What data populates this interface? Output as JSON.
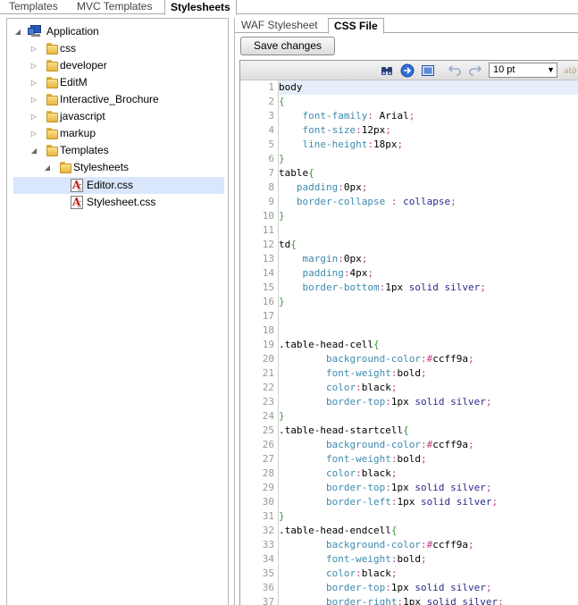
{
  "top_tabs": [
    "Templates",
    "MVC Templates",
    "Stylesheets"
  ],
  "tree": {
    "root": "Application",
    "folders": [
      "css",
      "developer",
      "EditM",
      "Interactive_Brochure",
      "javascript",
      "markup",
      "Templates"
    ],
    "subfolder": "Stylesheets",
    "files": [
      "Editor.css",
      "Stylesheet.css"
    ],
    "selected": "Editor.css"
  },
  "sub_tabs": [
    "WAF Stylesheet",
    "CSS File"
  ],
  "save_label": "Save changes",
  "toolbar": {
    "icons": [
      "find-icon",
      "replace-icon",
      "fullscreen-icon",
      "undo-icon",
      "redo-icon",
      "wrap-icon"
    ],
    "font_size": "10 pt"
  },
  "code_lines": [
    [
      [
        "sel",
        "body"
      ]
    ],
    [
      [
        "br",
        "{"
      ]
    ],
    [
      [
        "sp",
        "    "
      ],
      [
        "prop",
        "font-family"
      ],
      [
        "punc",
        ":"
      ],
      [
        "val",
        " Arial"
      ],
      [
        "punc",
        ";"
      ]
    ],
    [
      [
        "sp",
        "    "
      ],
      [
        "prop",
        "font-size"
      ],
      [
        "punc",
        ":"
      ],
      [
        "val",
        "12px"
      ],
      [
        "punc",
        ";"
      ]
    ],
    [
      [
        "sp",
        "    "
      ],
      [
        "prop",
        "line-height"
      ],
      [
        "punc",
        ":"
      ],
      [
        "val",
        "18px"
      ],
      [
        "punc",
        ";"
      ]
    ],
    [
      [
        "br",
        "}"
      ]
    ],
    [
      [
        "sel",
        "table"
      ],
      [
        "br",
        "{"
      ]
    ],
    [
      [
        "sp",
        "   "
      ],
      [
        "prop",
        "padding"
      ],
      [
        "punc",
        ":"
      ],
      [
        "val",
        "0px"
      ],
      [
        "punc",
        ";"
      ]
    ],
    [
      [
        "sp",
        "   "
      ],
      [
        "prop",
        "border-collapse"
      ],
      [
        "punc",
        " : "
      ],
      [
        "kw",
        "collapse"
      ],
      [
        "punc",
        ";"
      ]
    ],
    [
      [
        "br",
        "}"
      ]
    ],
    [],
    [
      [
        "sel",
        "td"
      ],
      [
        "br",
        "{"
      ]
    ],
    [
      [
        "sp",
        "    "
      ],
      [
        "prop",
        "margin"
      ],
      [
        "punc",
        ":"
      ],
      [
        "val",
        "0px"
      ],
      [
        "punc",
        ";"
      ]
    ],
    [
      [
        "sp",
        "    "
      ],
      [
        "prop",
        "padding"
      ],
      [
        "punc",
        ":"
      ],
      [
        "val",
        "4px"
      ],
      [
        "punc",
        ";"
      ]
    ],
    [
      [
        "sp",
        "    "
      ],
      [
        "prop",
        "border-bottom"
      ],
      [
        "punc",
        ":"
      ],
      [
        "val",
        "1px "
      ],
      [
        "kw",
        "solid silver"
      ],
      [
        "punc",
        ";"
      ]
    ],
    [
      [
        "br",
        "}"
      ]
    ],
    [],
    [],
    [
      [
        "sel",
        ".table-head-cell"
      ],
      [
        "br",
        "{"
      ]
    ],
    [
      [
        "sp",
        "        "
      ],
      [
        "prop",
        "background-color"
      ],
      [
        "punc",
        ":#"
      ],
      [
        "val",
        "ccff9a"
      ],
      [
        "punc",
        ";"
      ]
    ],
    [
      [
        "sp",
        "        "
      ],
      [
        "prop",
        "font-weight"
      ],
      [
        "punc",
        ":"
      ],
      [
        "val",
        "bold"
      ],
      [
        "punc",
        ";"
      ]
    ],
    [
      [
        "sp",
        "        "
      ],
      [
        "prop",
        "color"
      ],
      [
        "punc",
        ":"
      ],
      [
        "val",
        "black"
      ],
      [
        "punc",
        ";"
      ]
    ],
    [
      [
        "sp",
        "        "
      ],
      [
        "prop",
        "border-top"
      ],
      [
        "punc",
        ":"
      ],
      [
        "val",
        "1px "
      ],
      [
        "kw",
        "solid silver"
      ],
      [
        "punc",
        ";"
      ]
    ],
    [
      [
        "br",
        "}"
      ]
    ],
    [
      [
        "sel",
        ".table-head-startcell"
      ],
      [
        "br",
        "{"
      ]
    ],
    [
      [
        "sp",
        "        "
      ],
      [
        "prop",
        "background-color"
      ],
      [
        "punc",
        ":#"
      ],
      [
        "val",
        "ccff9a"
      ],
      [
        "punc",
        ";"
      ]
    ],
    [
      [
        "sp",
        "        "
      ],
      [
        "prop",
        "font-weight"
      ],
      [
        "punc",
        ":"
      ],
      [
        "val",
        "bold"
      ],
      [
        "punc",
        ";"
      ]
    ],
    [
      [
        "sp",
        "        "
      ],
      [
        "prop",
        "color"
      ],
      [
        "punc",
        ":"
      ],
      [
        "val",
        "black"
      ],
      [
        "punc",
        ";"
      ]
    ],
    [
      [
        "sp",
        "        "
      ],
      [
        "prop",
        "border-top"
      ],
      [
        "punc",
        ":"
      ],
      [
        "val",
        "1px "
      ],
      [
        "kw",
        "solid silver"
      ],
      [
        "punc",
        ";"
      ]
    ],
    [
      [
        "sp",
        "        "
      ],
      [
        "prop",
        "border-left"
      ],
      [
        "punc",
        ":"
      ],
      [
        "val",
        "1px "
      ],
      [
        "kw",
        "solid silver"
      ],
      [
        "punc",
        ";"
      ]
    ],
    [
      [
        "br",
        "}"
      ]
    ],
    [
      [
        "sel",
        ".table-head-endcell"
      ],
      [
        "br",
        "{"
      ]
    ],
    [
      [
        "sp",
        "        "
      ],
      [
        "prop",
        "background-color"
      ],
      [
        "punc",
        ":#"
      ],
      [
        "val",
        "ccff9a"
      ],
      [
        "punc",
        ";"
      ]
    ],
    [
      [
        "sp",
        "        "
      ],
      [
        "prop",
        "font-weight"
      ],
      [
        "punc",
        ":"
      ],
      [
        "val",
        "bold"
      ],
      [
        "punc",
        ";"
      ]
    ],
    [
      [
        "sp",
        "        "
      ],
      [
        "prop",
        "color"
      ],
      [
        "punc",
        ":"
      ],
      [
        "val",
        "black"
      ],
      [
        "punc",
        ";"
      ]
    ],
    [
      [
        "sp",
        "        "
      ],
      [
        "prop",
        "border-top"
      ],
      [
        "punc",
        ":"
      ],
      [
        "val",
        "1px "
      ],
      [
        "kw",
        "solid silver"
      ],
      [
        "punc",
        ";"
      ]
    ],
    [
      [
        "sp",
        "        "
      ],
      [
        "prop",
        "border-right"
      ],
      [
        "punc",
        ":"
      ],
      [
        "val",
        "1px "
      ],
      [
        "kw",
        "solid silver"
      ],
      [
        "punc",
        ";"
      ]
    ]
  ]
}
